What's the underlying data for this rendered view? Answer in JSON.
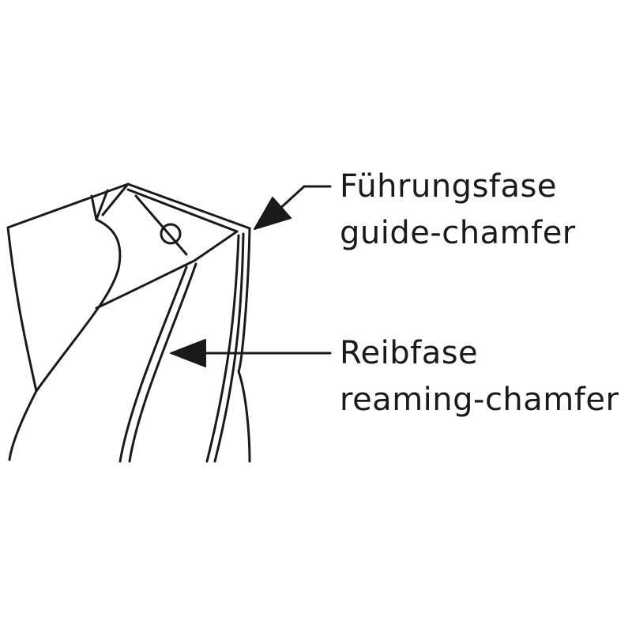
{
  "labels": {
    "guide_chamfer": {
      "de": "Führungsfase",
      "en": "guide-chamfer"
    },
    "reaming_chamfer": {
      "de": "Reibfase",
      "en": "reaming-chamfer"
    }
  },
  "colors": {
    "stroke": "#1a1a1a",
    "background": "#ffffff"
  }
}
